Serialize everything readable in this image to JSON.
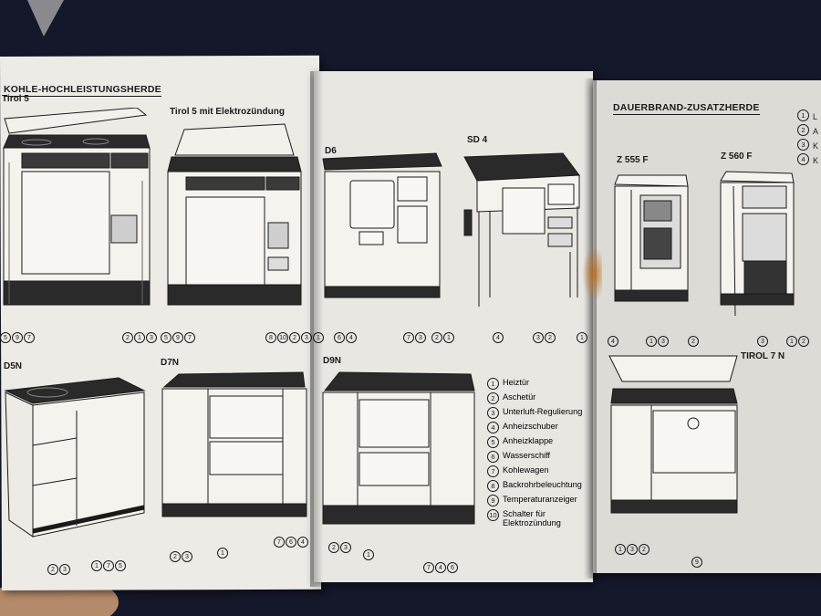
{
  "left_page": {
    "header": "KOHLE-HOCHLEISTUNGSHERDE",
    "tirol5": {
      "label": "Tirol 5",
      "callouts": [
        "5",
        "9",
        "7",
        "2",
        "1",
        "3"
      ]
    },
    "tirol5e": {
      "label": "Tirol 5 mit Elektrozündung",
      "callouts": [
        "5",
        "9",
        "7",
        "8",
        "10",
        "2",
        "3",
        "1"
      ]
    },
    "d5n": {
      "label": "D5N",
      "callouts": [
        "2",
        "3",
        "1",
        "7",
        "5"
      ]
    },
    "d7n": {
      "label": "D7N",
      "callouts": [
        "2",
        "3",
        "1",
        "7",
        "6",
        "4"
      ]
    }
  },
  "middle_page": {
    "d6": {
      "label": "D6",
      "callouts": [
        "6",
        "4",
        "7",
        "3",
        "2",
        "1"
      ]
    },
    "sd4": {
      "label": "SD 4",
      "callouts": [
        "4",
        "3",
        "2",
        "1"
      ]
    },
    "d9n": {
      "label": "D9N",
      "callouts": [
        "2",
        "3",
        "1",
        "7",
        "4",
        "6"
      ]
    },
    "legend": [
      {
        "num": "1",
        "text": "Heiztür"
      },
      {
        "num": "2",
        "text": "Aschetür"
      },
      {
        "num": "3",
        "text": "Unterluft-Regulierung"
      },
      {
        "num": "4",
        "text": "Anheizschuber"
      },
      {
        "num": "5",
        "text": "Anheizklappe"
      },
      {
        "num": "6",
        "text": "Wasserschiff"
      },
      {
        "num": "7",
        "text": "Kohlewagen"
      },
      {
        "num": "8",
        "text": "Backrohrbeleuchtung"
      },
      {
        "num": "9",
        "text": "Temperaturanzeiger"
      },
      {
        "num": "10",
        "text": "Schalter für Elektrozündung"
      }
    ]
  },
  "right_page": {
    "header": "DAUERBRAND-ZUSATZHERDE",
    "z555f": {
      "label": "Z 555 F",
      "callouts": [
        "4",
        "1",
        "3",
        "2"
      ]
    },
    "z560f": {
      "label": "Z 560 F",
      "callouts": [
        "3",
        "1",
        "2"
      ]
    },
    "tirol7n": {
      "label": "TIROL 7 N",
      "callouts": [
        "1",
        "3",
        "2",
        "9"
      ]
    },
    "side_list": [
      {
        "num": "1",
        "frag": "L"
      },
      {
        "num": "2",
        "frag": "A"
      },
      {
        "num": "3",
        "frag": "K"
      },
      {
        "num": "4",
        "frag": "K"
      }
    ]
  }
}
